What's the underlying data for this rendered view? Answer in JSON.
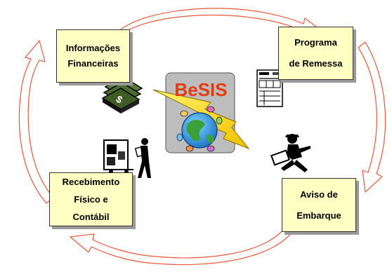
{
  "nodes": {
    "info": [
      "Informações",
      "Financeiras"
    ],
    "programa": [
      "Programa",
      "de Remessa"
    ],
    "recebimento": [
      "Recebimento",
      "Físico e",
      "Contábil"
    ],
    "aviso": [
      "Aviso de",
      "Embarque"
    ]
  },
  "logo": {
    "text": "BeSIS"
  },
  "icons": {
    "money": "money-stack-icon",
    "document": "document-form-icon",
    "delivery": "delivery-worker-icon",
    "courier": "running-courier-icon",
    "globe": "globe-icon"
  },
  "colors": {
    "box_fill": "#ffffc4",
    "cycle_arrow": "#e8583a",
    "logo_text": "#e53a10",
    "lightning": "#f5d000"
  }
}
